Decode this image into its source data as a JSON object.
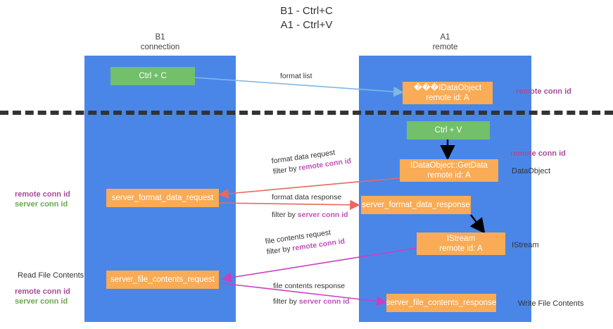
{
  "diagram": {
    "title": "B1 - Ctrl+C\nA1 - Ctrl+V",
    "lanes": [
      {
        "id": "b1",
        "header": "B1\nconnection"
      },
      {
        "id": "a1",
        "header": "A1\nremote"
      }
    ],
    "boxes": {
      "ctrl_c": "Ctrl + C",
      "ctrl_v": "Ctrl + V",
      "idataobject_top": "���IDataObject\nremote id: A",
      "idataobject_getdata": "IDataObject::GetData\nremote id: A",
      "istream": "IStream\nremote id: A",
      "server_format_data_request": "server_format_data_request",
      "server_format_data_response": "server_format_data_response",
      "server_file_contents_request": "server_file_contents_request",
      "server_file_contents_response": "server_file_contents_response"
    },
    "right_labels": {
      "remote_conn_id_top": "remote conn id",
      "remote_conn_id_mid": "remote conn id",
      "data_object": "DataObject",
      "istream": "IStream",
      "write_file_contents": "Write File Contents"
    },
    "left_labels": {
      "remote_conn_id_mid": "remote conn id",
      "server_conn_id_mid": "server conn id",
      "read_file_contents": "Read File Contents",
      "remote_conn_id_bottom": "remote conn id",
      "server_conn_id_bottom": "server conn id"
    },
    "arrow_labels": {
      "format_list": "format list",
      "format_data_request_l1": "format data request",
      "format_data_request_l2_prefix": "filter by ",
      "format_data_request_l2_key": "remote conn id",
      "format_data_response_l1": "format data response",
      "format_data_response_l2_prefix": "filter by ",
      "format_data_response_l2_key": "server conn id",
      "file_contents_request_l1": "file contents request",
      "file_contents_request_l2_prefix": "filter by ",
      "file_contents_request_l2_key": "remote conn id",
      "file_contents_response_l1": "file contents response",
      "file_contents_response_l2_prefix": "filter by ",
      "file_contents_response_l2_key": "server conn id"
    },
    "colors": {
      "lane_blue": "#4a86e8",
      "box_orange": "#f9ab55",
      "box_green": "#72c06a",
      "accent_purple": "#c050b8",
      "accent_green": "#6aa84f",
      "arrow_red": "#e8695f",
      "arrow_magenta": "#cc3fbf",
      "arrow_blue": "#7fb8e8",
      "arrow_black": "#000000",
      "divider": "#333333"
    }
  }
}
